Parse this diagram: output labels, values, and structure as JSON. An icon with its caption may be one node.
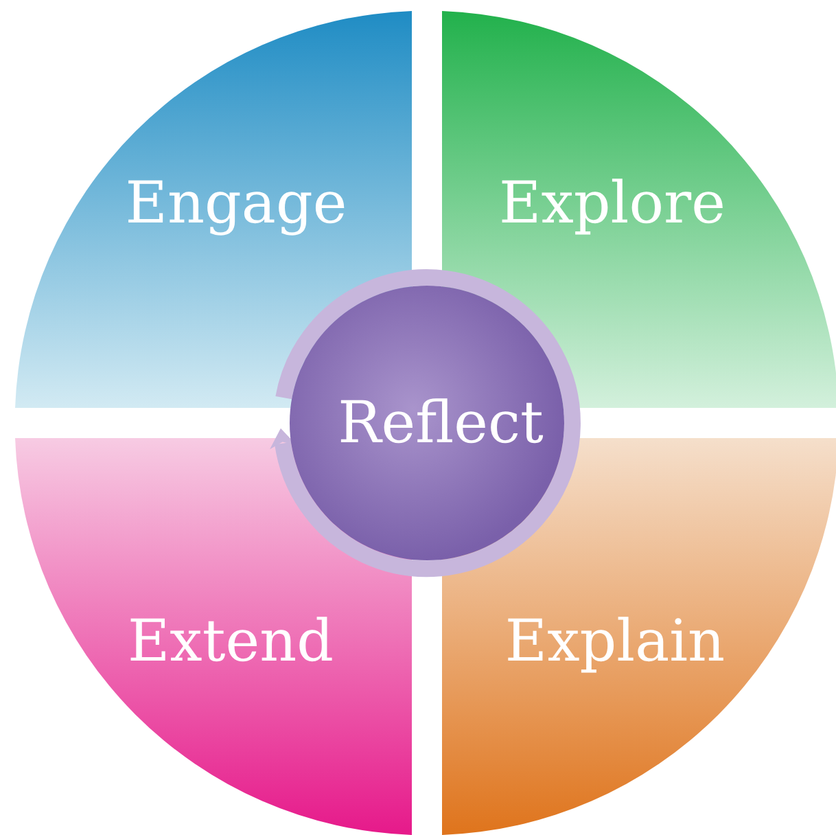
{
  "diagram": {
    "nodes": [
      {
        "text": [
          "Engage"
        ]
      },
      {
        "text": [
          "Explore"
        ]
      },
      {
        "text": [
          "Extend"
        ]
      },
      {
        "text": [
          "Explain"
        ]
      },
      {
        "text": [
          "Reflect"
        ]
      }
    ]
  }
}
